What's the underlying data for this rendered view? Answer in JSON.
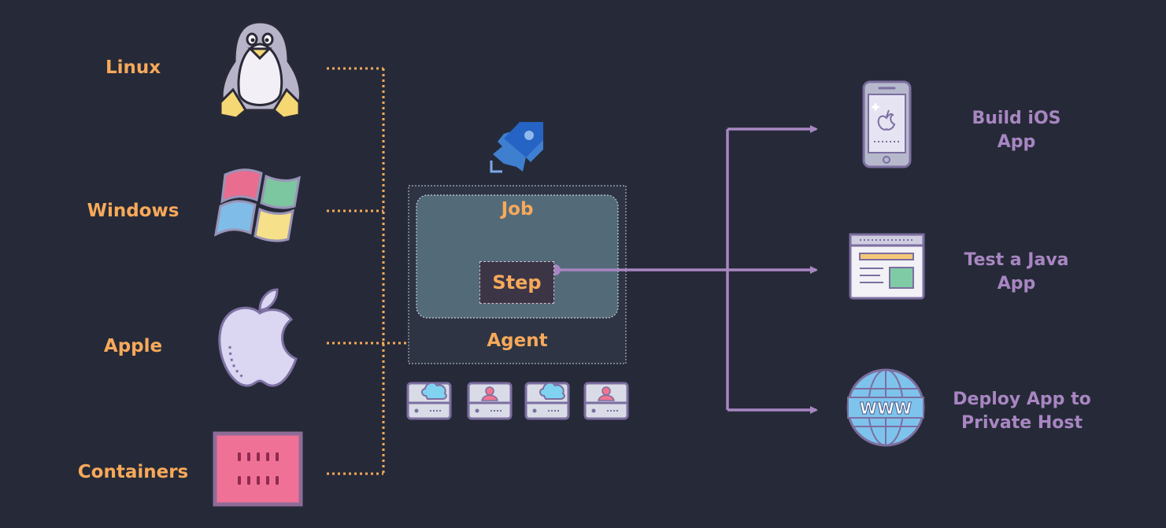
{
  "left_platforms": [
    {
      "label": "Linux",
      "icon": "linux-penguin-icon"
    },
    {
      "label": "Windows",
      "icon": "windows-logo-icon"
    },
    {
      "label": "Apple",
      "icon": "apple-logo-icon"
    },
    {
      "label": "Containers",
      "icon": "container-icon"
    }
  ],
  "center": {
    "pipeline_icon": "azure-pipelines-rocket-icon",
    "job_label": "Job",
    "step_label": "Step",
    "agent_label": "Agent",
    "server_icons": [
      "cloud-server-icon",
      "user-server-icon",
      "cloud-server-icon",
      "user-server-icon"
    ]
  },
  "right_outputs": [
    {
      "label": "Build iOS\nApp",
      "icon": "iphone-icon"
    },
    {
      "label": "Test a Java\nApp",
      "icon": "browser-window-icon"
    },
    {
      "label": "Deploy App to\nPrivate Host",
      "icon": "globe-www-icon"
    }
  ],
  "colors": {
    "background": "#262a38",
    "orange": "#f7a95a",
    "purple": "#a886c2",
    "job_box": "#536a79",
    "step_box": "#3c3546",
    "agent_box": "#2e3443"
  }
}
